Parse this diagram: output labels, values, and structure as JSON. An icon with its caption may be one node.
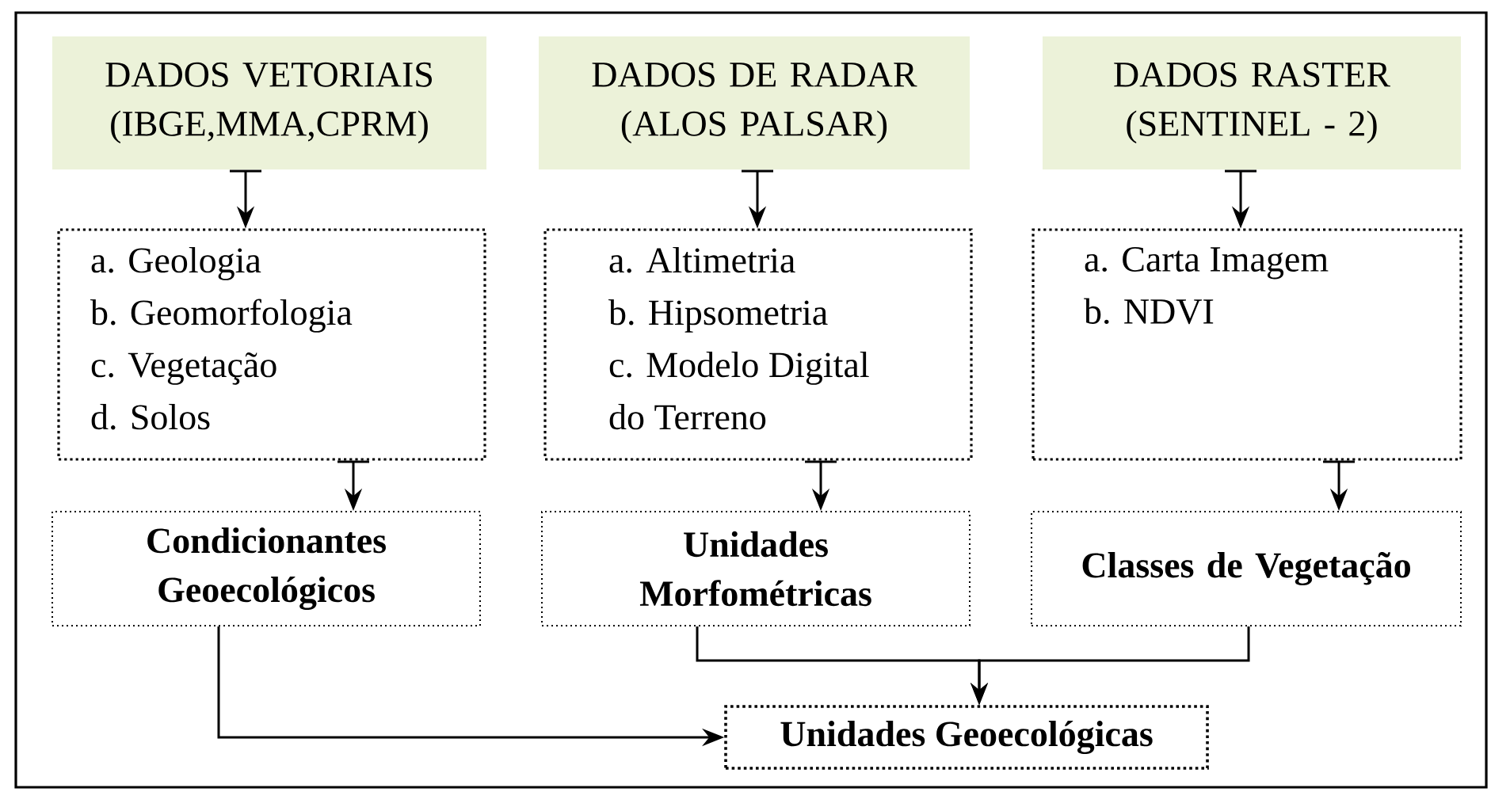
{
  "diagram": {
    "nodes": [
      {
        "text": [
          "DADOS VETORIAIS (IBGE,MMA,CPRM)"
        ]
      },
      {
        "text": [
          "DADOS DE RADAR (ALOS PALSAR)"
        ]
      },
      {
        "text": [
          "DADOS RASTER (SENTINEL - 2)"
        ]
      },
      {
        "text": [
          "a. Geologia",
          "b. Geomorfologia",
          "c. Vegetação",
          "d. Solos"
        ]
      },
      {
        "text": [
          "a. Altimetria",
          "b. Hipsometria",
          "c. Modelo Digital do Terreno"
        ]
      },
      {
        "text": [
          "a. Carta Imagem",
          "b. NDVI"
        ]
      },
      {
        "text": [
          "Condicionantes Geoecológicos"
        ]
      },
      {
        "text": [
          "Unidades Morfométricas"
        ]
      },
      {
        "text": [
          "Classes de Vegetação"
        ]
      },
      {
        "text": [
          "Unidades Geoecológicas"
        ]
      }
    ],
    "edges": [
      {
        "from": 0,
        "to": 3,
        "arrow": "to"
      },
      {
        "from": 1,
        "to": 4,
        "arrow": "to"
      },
      {
        "from": 2,
        "to": 5,
        "arrow": "to"
      },
      {
        "from": 3,
        "to": 6,
        "arrow": "to"
      },
      {
        "from": 4,
        "to": 7,
        "arrow": "to"
      },
      {
        "from": 5,
        "to": 8,
        "arrow": "to"
      },
      {
        "from": 6,
        "to": 9,
        "arrow": "to"
      },
      {
        "from": 7,
        "to": 9,
        "arrow": "to"
      },
      {
        "from": 8,
        "to": 9,
        "arrow": "to"
      }
    ]
  }
}
